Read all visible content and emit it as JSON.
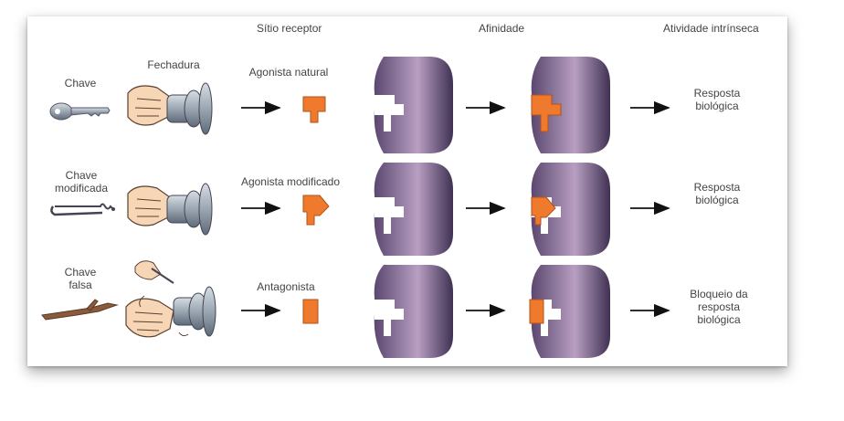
{
  "headers": {
    "receptor_site": "Sítio receptor",
    "affinity": "Afinidade",
    "intrinsic_activity": "Atividade intrínseca"
  },
  "column_labels": {
    "lock": "Fechadura"
  },
  "rows": [
    {
      "key_line1": "Chave",
      "key_line2": "",
      "ligand": "Agonista natural",
      "result_line1": "Resposta",
      "result_line2": "biológica",
      "result_line3": ""
    },
    {
      "key_line1": "Chave",
      "key_line2": "modificada",
      "ligand": "Agonista modificado",
      "result_line1": "Resposta",
      "result_line2": "biológica",
      "result_line3": ""
    },
    {
      "key_line1": "Chave",
      "key_line2": "falsa",
      "ligand": "Antagonista",
      "result_line1": "Bloqueio da",
      "result_line2": "resposta",
      "result_line3": "biológica"
    }
  ],
  "colors": {
    "ligand": "#ef7a2e",
    "receptor_dark": "#4b3a63",
    "receptor_light": "#b79cc0",
    "key": "#8fa2b3",
    "stick": "#8a5a3c"
  },
  "icons": [
    "key-icon",
    "hand-lock-icon",
    "arrow-right-icon",
    "receptor-icon",
    "ligand-icon"
  ]
}
